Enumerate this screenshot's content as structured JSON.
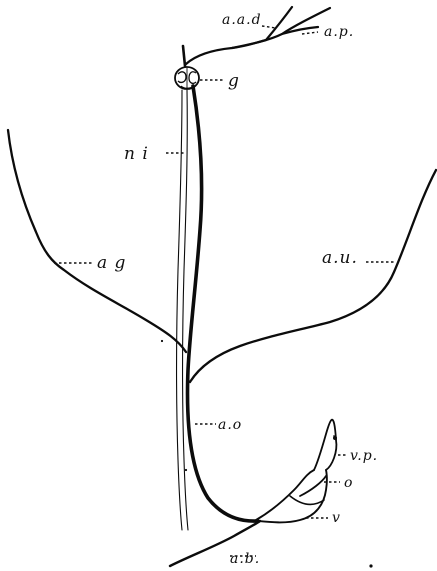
{
  "diagram": {
    "colors": {
      "ink": "#0c0c0c",
      "paper": "#ffffff"
    },
    "labels": {
      "aad": "a.a.d",
      "ap": "a.p.",
      "g": "g",
      "ni": "n i",
      "ag": "a g",
      "au": "a.u.",
      "ao": "a.o",
      "vp": "v.p.",
      "o": "o",
      "v": "v",
      "ab": "a.b."
    }
  }
}
